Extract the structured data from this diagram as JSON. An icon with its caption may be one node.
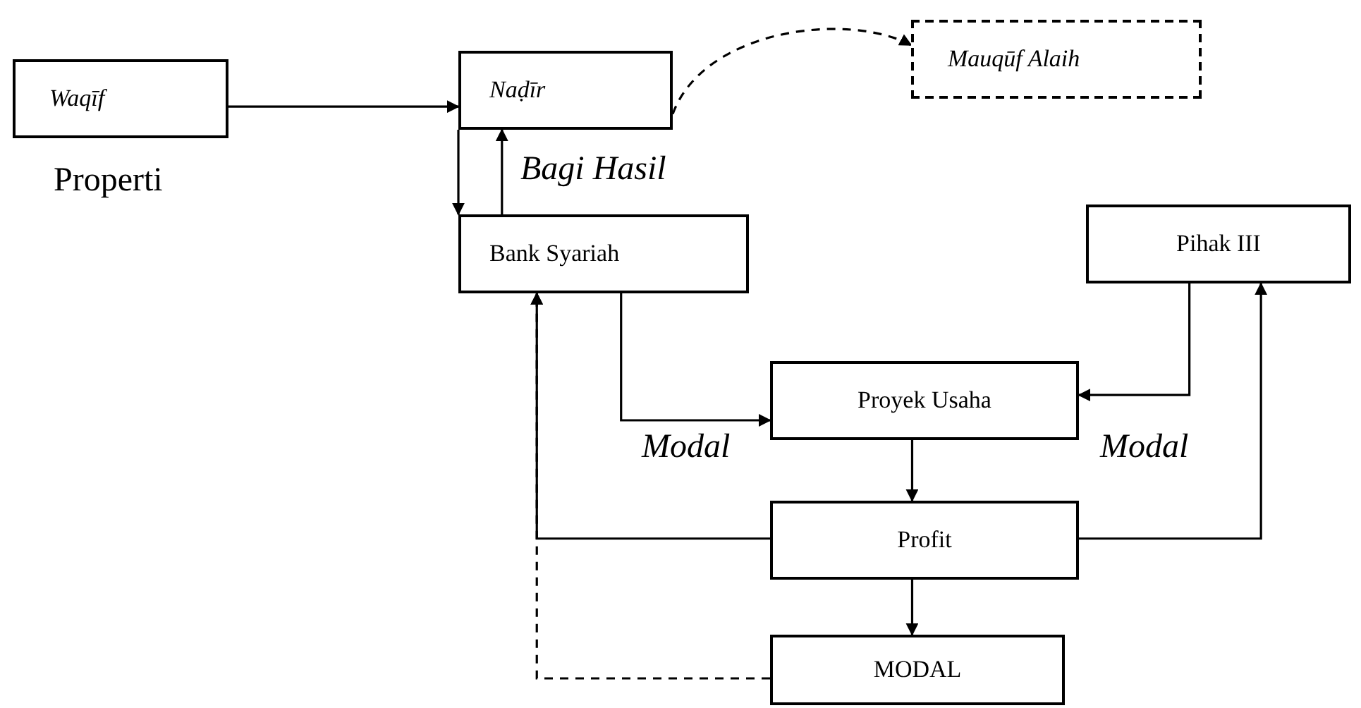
{
  "diagram": {
    "nodes": [
      {
        "text": [
          "Waqīf"
        ],
        "beside": [
          "Properti"
        ]
      },
      {
        "text": [
          "Naḍīr"
        ]
      },
      {
        "text": [
          "Mauqūf Alaih"
        ]
      },
      {
        "text": [
          "Bank Syariah"
        ]
      },
      {
        "text": [
          "Pihak III"
        ]
      },
      {
        "text": [
          "Proyek Usaha"
        ]
      },
      {
        "text": [
          "Profit"
        ]
      },
      {
        "text": [
          "MODAL"
        ]
      }
    ],
    "edges": [
      {
        "from": 0,
        "to": 1,
        "arrow": "to"
      },
      {
        "from": 1,
        "to": 2,
        "arrow": "to",
        "style": "dashed"
      },
      {
        "from": 1,
        "to": 3,
        "arrow": "to"
      },
      {
        "from": 3,
        "to": 1,
        "arrow": "to",
        "label": "Bagi Hasil"
      },
      {
        "from": 3,
        "to": 5,
        "arrow": "to",
        "label": "Modal"
      },
      {
        "from": 4,
        "to": 5,
        "arrow": "to",
        "label": "Modal"
      },
      {
        "from": 5,
        "to": 6,
        "arrow": "to"
      },
      {
        "from": 6,
        "to": 7,
        "arrow": "to"
      },
      {
        "from": 6,
        "to": 3,
        "arrow": "to"
      },
      {
        "from": 6,
        "to": 4,
        "arrow": "to"
      },
      {
        "from": 7,
        "to": 3,
        "arrow": "to",
        "style": "dashed"
      }
    ]
  }
}
